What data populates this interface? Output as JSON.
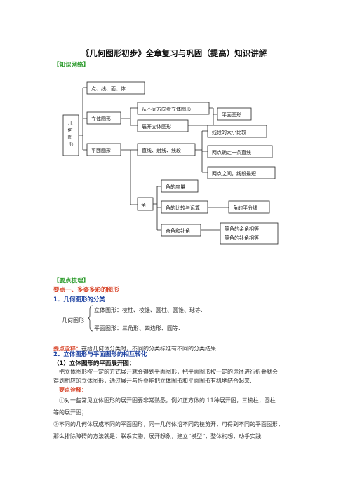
{
  "title": "《几何图形初步》全章复习与巩固（提高）知识讲解",
  "section_knowledge_net": "【知识网络】",
  "diagram": {
    "root": "几何图形",
    "nodes": {
      "point_line": "点、线、面、体",
      "solid": "立体图形",
      "plane": "平面图形",
      "views": "从不同方向看立体图形",
      "unfold": "展开立体图形",
      "plane_fig": "平面图形",
      "line_types": "直线、射线、线段",
      "compare_len": "线段的大小比较",
      "two_points": "两点确定一条直线",
      "shortest": "两点之间，线段最短",
      "angle": "角",
      "measure": "角的度量",
      "compare_angle": "角的比较与运算",
      "bisector": "角的平分线",
      "comp_supp": "余角和补角",
      "equal_comp": "等角的余角相等",
      "equal_supp": "等角的补角相等"
    }
  },
  "section_review": "【要点梳理】",
  "point1_title": "要点一、多姿多彩的图形",
  "sub1_title": "1．几何图形的分类",
  "classification": {
    "label": "几何图形",
    "solid_row": "立体图形：棱柱、棱锥、圆柱、圆锥、球等.",
    "plane_row": "平面图形：三角形、四边形、圆等."
  },
  "note1_label": "要点诠释：",
  "note1_text": "在给几何体分类时，不同的分类标准有不同的分类结果.",
  "sub2_title": "2．立体图形与平面图形的相互转化",
  "sub2_1_title": "（1）立体图形的平面展开图：",
  "para1_line1": "把立体图形按一定的方式展开就会得到平面图形，把平面图形按一定的途径进行折叠就会",
  "para1_line2": "得到相应的立体图形，通过展开与折叠能把立体图形和平面图形有机地结合起来.",
  "note2_label": "要点诠释：",
  "item1_line1": "①对一些常见立体图形的展开图要非常熟悉，例如正方体的 11种展开图，三棱柱，圆柱",
  "item1_line2": "等的展开图；",
  "item2_line1": "②不同的几何体展成不同的平面图形，同一几何体沿不同的棱剪开，可得到不同的平面图形，",
  "item2_line2": "那么排除障碍的方法就是：联系实物，展开想象，建立“模型”，整体构想，动手实践."
}
